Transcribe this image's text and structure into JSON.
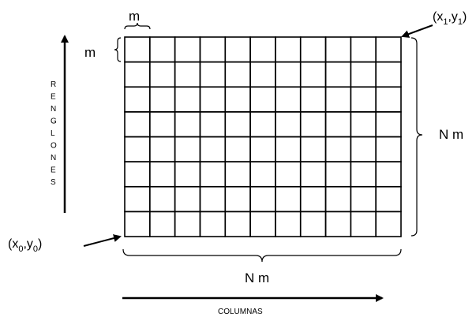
{
  "grid": {
    "columns": 11,
    "rows": 8
  },
  "labels": {
    "cell_size_top": "m",
    "cell_size_left": "m",
    "top_right_corner": {
      "base_x": "(x",
      "sub_x": "1",
      "base_y": ",y",
      "sub_y": "1",
      "close": ")"
    },
    "bottom_left_corner": {
      "base_x": "(x",
      "sub_x": "0",
      "base_y": ",y",
      "sub_y": "0",
      "close": ")"
    },
    "height_dimension": "N m",
    "width_dimension": "N m",
    "rows_axis_letters": [
      "R",
      "E",
      "N",
      "G",
      "L",
      "O",
      "N",
      "E",
      "S"
    ],
    "columns_axis": "COLUMNAS"
  },
  "colors": {
    "stroke": "#000000",
    "background": "#ffffff"
  }
}
